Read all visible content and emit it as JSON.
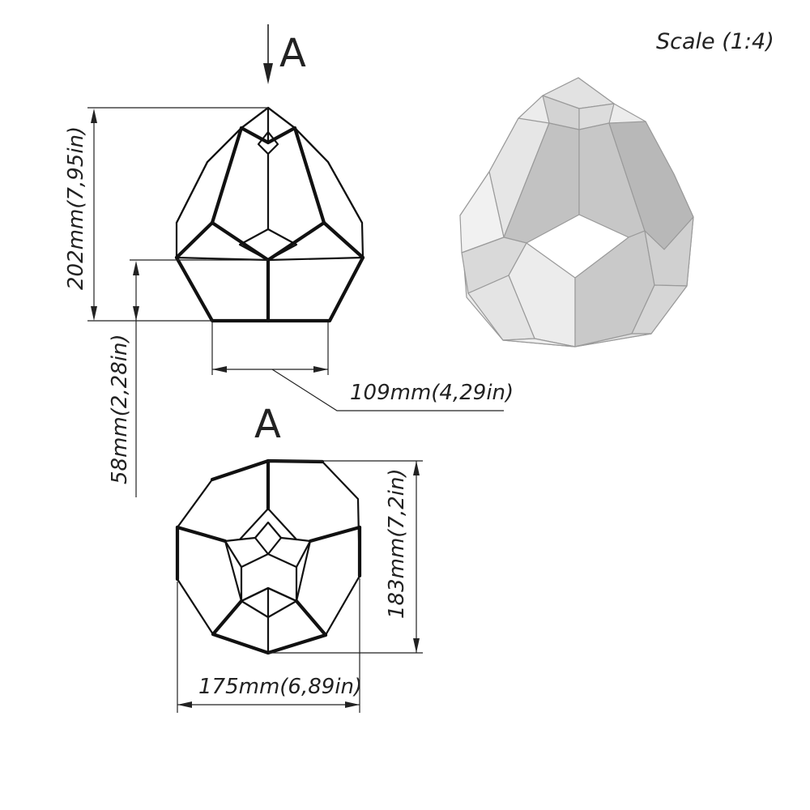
{
  "scale_label": "Scale (1:4)",
  "view_marker": "A",
  "section_label": "A",
  "dimensions": {
    "height_total": "202mm(7,95in)",
    "height_lower": "58mm(2,28in)",
    "base_width": "109mm(4,29in)",
    "top_width": "175mm(6,89in)",
    "top_depth": "183mm(7,2in)"
  },
  "colors": {
    "line": "#111111",
    "glass_light": "#e6e6e6",
    "glass_mid": "#c9c9c9",
    "glass_dark": "#b5b5b5"
  }
}
